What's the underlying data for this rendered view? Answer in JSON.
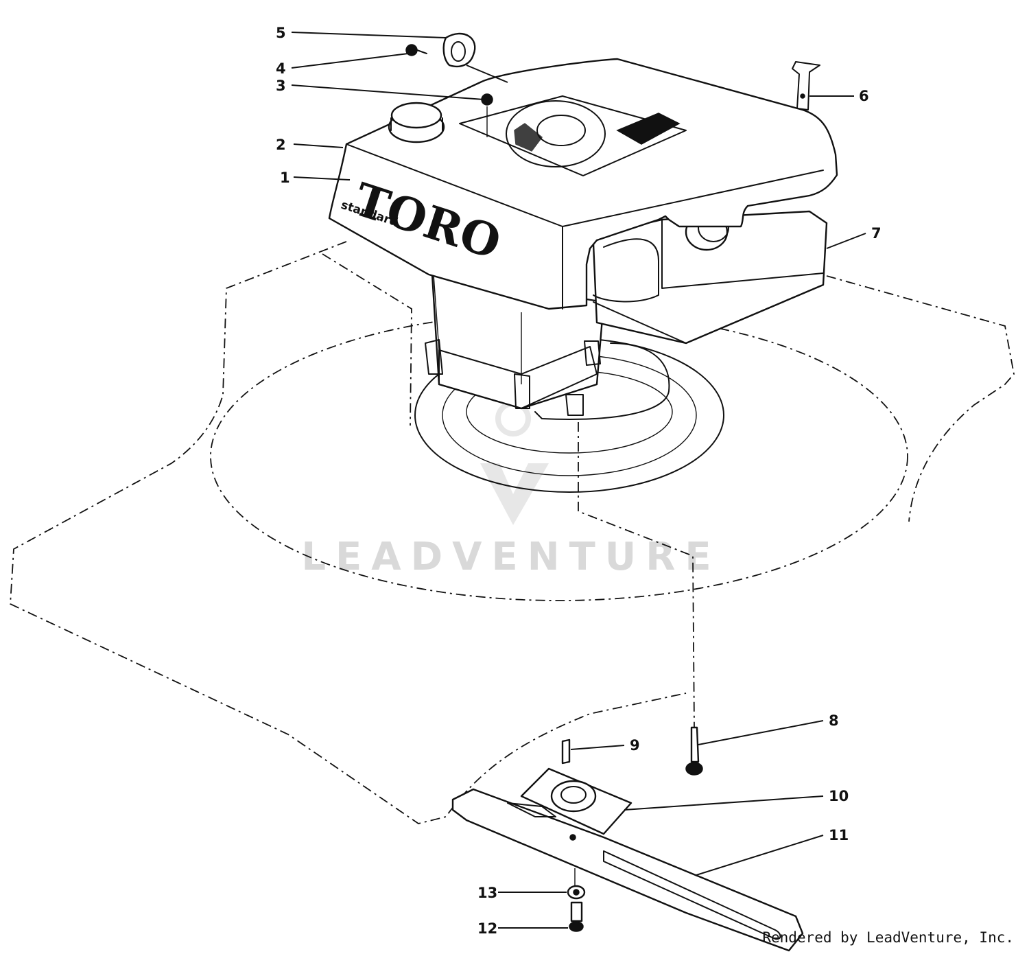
{
  "diagram": {
    "brand_logo": "TORO",
    "brand_sub": "standard",
    "watermark": "LEADVENTURE",
    "credit": "Rendered by LeadVenture, Inc.",
    "callouts": [
      "1",
      "2",
      "3",
      "4",
      "5",
      "6",
      "7",
      "8",
      "9",
      "10",
      "11",
      "12",
      "13"
    ]
  }
}
